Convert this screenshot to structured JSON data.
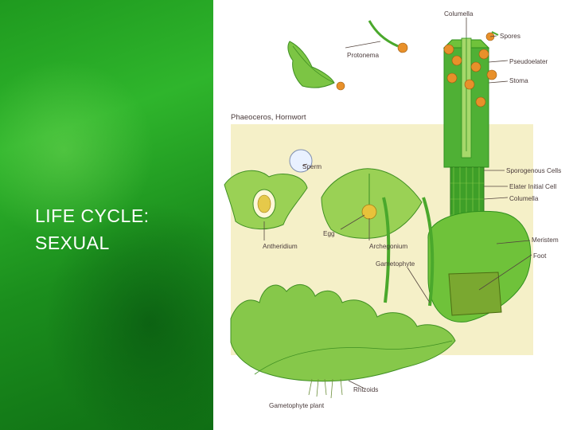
{
  "slide": {
    "title_lines": [
      "LIFE CYCLE:",
      "SEXUAL"
    ]
  },
  "diagram": {
    "header": "Phaeoceros, Hornwort",
    "labels": {
      "columella_top": "Columella",
      "spores": "Spores",
      "protonema": "Protonema",
      "pseudoelater": "Pseudoelater",
      "stoma": "Stoma",
      "sperm": "Sperm",
      "sporogenous_cells": "Sporogenous Cells",
      "elater_initial_cell": "Elater Initial Cell",
      "columella_mid": "Columella",
      "egg": "Egg",
      "meristem": "Meristem",
      "antheridium": "Antheridium",
      "archegonium": "Archegonium",
      "foot": "Foot",
      "gametophyte": "Gametophyte",
      "rhizoids": "Rhizoids",
      "gametophyte_plant": "Gametophyte plant"
    }
  },
  "colors": {
    "bg_green": "#1f9a1f",
    "title_text": "#ffffff",
    "cream_bg": "#f5f0c8",
    "plant_light": "#a6d86a",
    "plant_mid": "#6fc23a",
    "plant_dark": "#2f8f1e",
    "spore_orange": "#e8902a"
  }
}
